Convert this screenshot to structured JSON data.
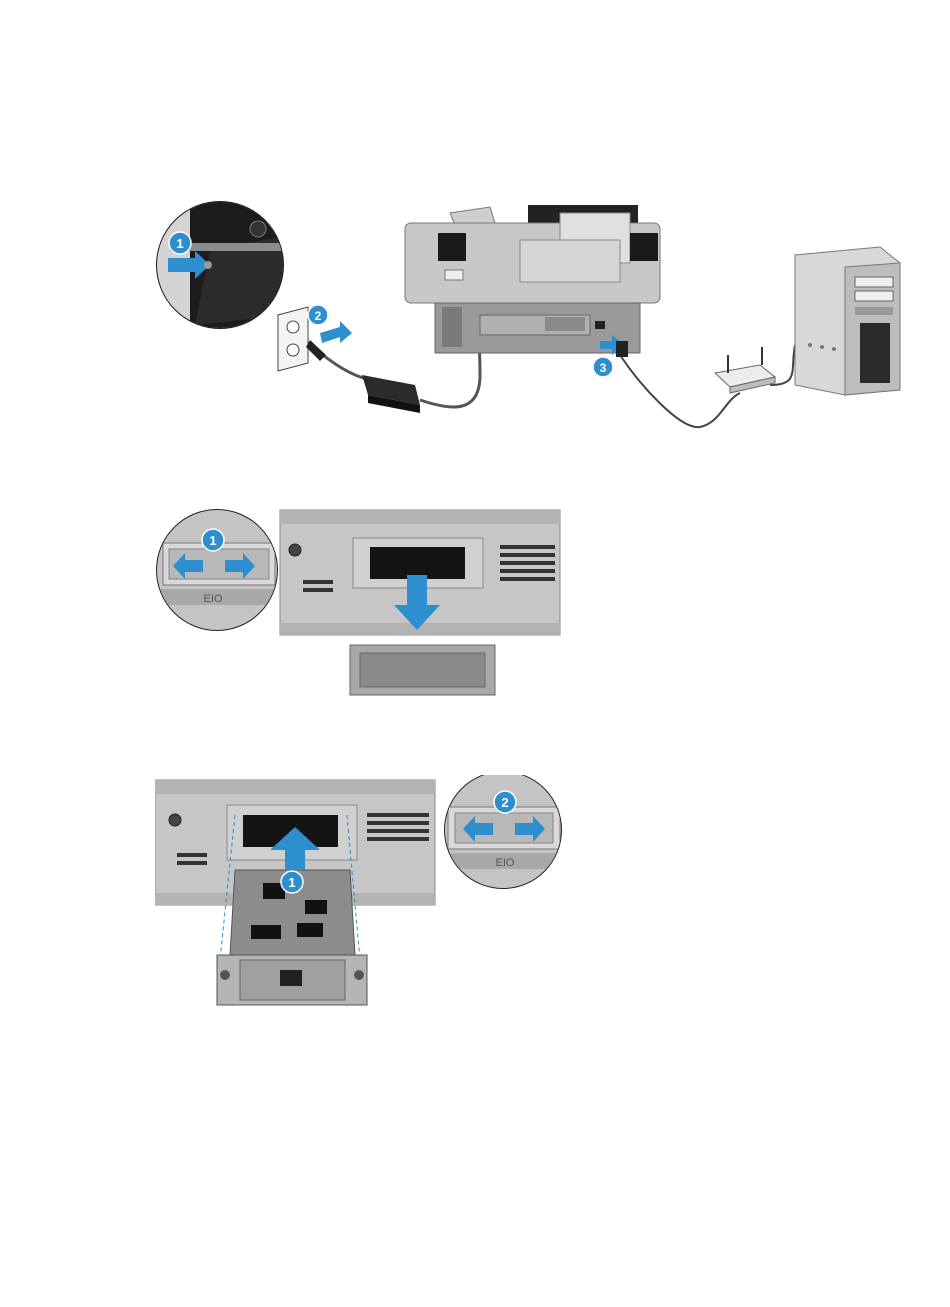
{
  "figures": [
    {
      "id": "connect-cables",
      "badges": [
        "1",
        "2",
        "3"
      ]
    },
    {
      "id": "remove-cover-plate",
      "badges": [
        "1"
      ],
      "port_label": "EIO"
    },
    {
      "id": "install-eio-card",
      "badges": [
        "1",
        "2"
      ],
      "port_label": "EIO"
    }
  ],
  "colors": {
    "accent": "#2E8FCF",
    "metal": "#BDBDBD",
    "dark": "#1A1A1A"
  }
}
